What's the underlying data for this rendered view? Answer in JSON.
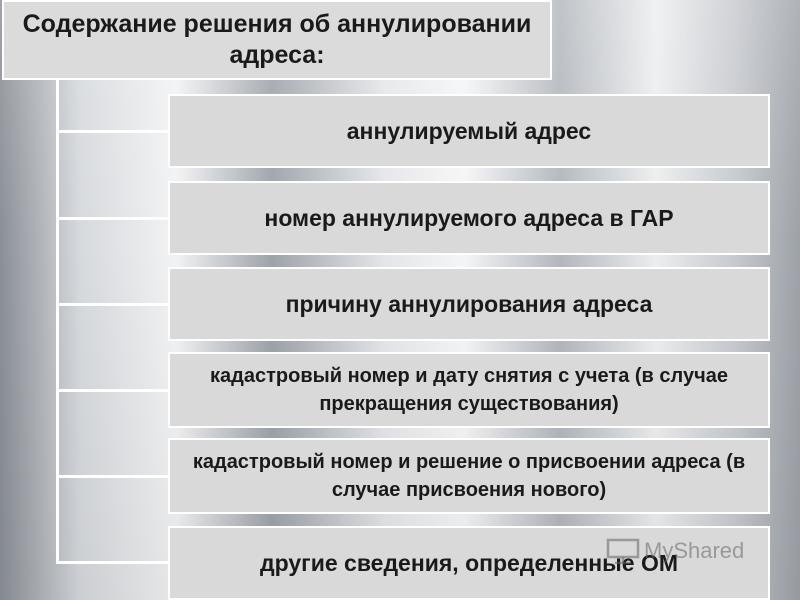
{
  "diagram": {
    "title": "Содержание решения об аннулировании адреса:",
    "items": [
      "аннулируемый адрес",
      "номер аннулируемого адреса в ГАР",
      "причину аннулирования адреса",
      "кадастровый номер и дату снятия с учета (в случае прекращения существования)",
      "кадастровый номер  и решение о присвоении адреса  (в случае присвоения нового)",
      "другие сведения, определенные ОМ"
    ]
  },
  "watermark": {
    "text": "MyShared",
    "icon": "presentation-board-icon"
  }
}
